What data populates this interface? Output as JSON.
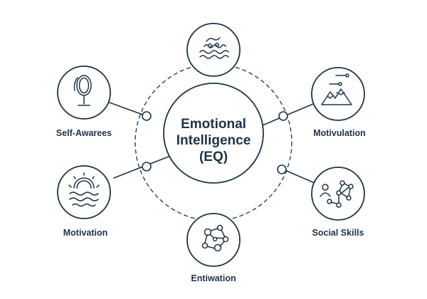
{
  "center": {
    "line1": "Emotional",
    "line2": "Intelligence",
    "line3": "(EQ)"
  },
  "nodes": {
    "top": {
      "label": "",
      "icon": "water-waves-icon"
    },
    "self_awareness": {
      "label": "Self-Awarees",
      "icon": "hand-mirror-icon"
    },
    "motivulation": {
      "label": "Motivulation",
      "icon": "mountain-peaks-icon"
    },
    "motivation": {
      "label": "Motivation",
      "icon": "rising-sun-waves-icon"
    },
    "social_skills": {
      "label": "Social Skills",
      "icon": "social-network-icon"
    },
    "entiwation": {
      "label": "Entiwation",
      "icon": "molecule-network-icon"
    }
  },
  "colors": {
    "stroke": "#1f3347",
    "background": "#ffffff"
  }
}
